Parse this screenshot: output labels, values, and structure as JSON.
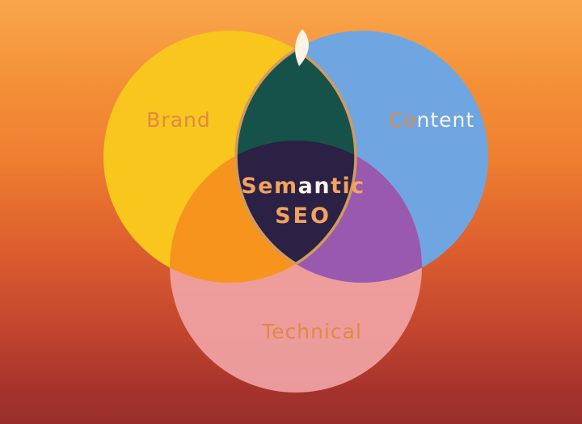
{
  "diagram": {
    "brand": {
      "label": "Brand"
    },
    "content": {
      "label_part1": "Co",
      "label_part2": "ntent"
    },
    "technical": {
      "label": "Technical"
    },
    "center": {
      "line1_part1": "Sem",
      "line1_part2": "an",
      "line1_part3": "tic",
      "line2": "SEO"
    }
  },
  "colors": {
    "brand_circle": "#f8c61d",
    "content_circle": "#6fa6e2",
    "technical_circle": "#f0a2a4",
    "brand_technical_overlap": "#f6941d",
    "content_technical_overlap": "#9859ae",
    "brand_content_overlap": "#17524a",
    "center_overlap": "#2b2145",
    "lens_outline": "#d29a5f",
    "lens_highlight": "#fbf3e4",
    "label_orange": "#dd8a45",
    "label_white": "#f8f4ec",
    "center_text_orange": "#f2a261",
    "center_text_white": "#f8f4ec"
  }
}
